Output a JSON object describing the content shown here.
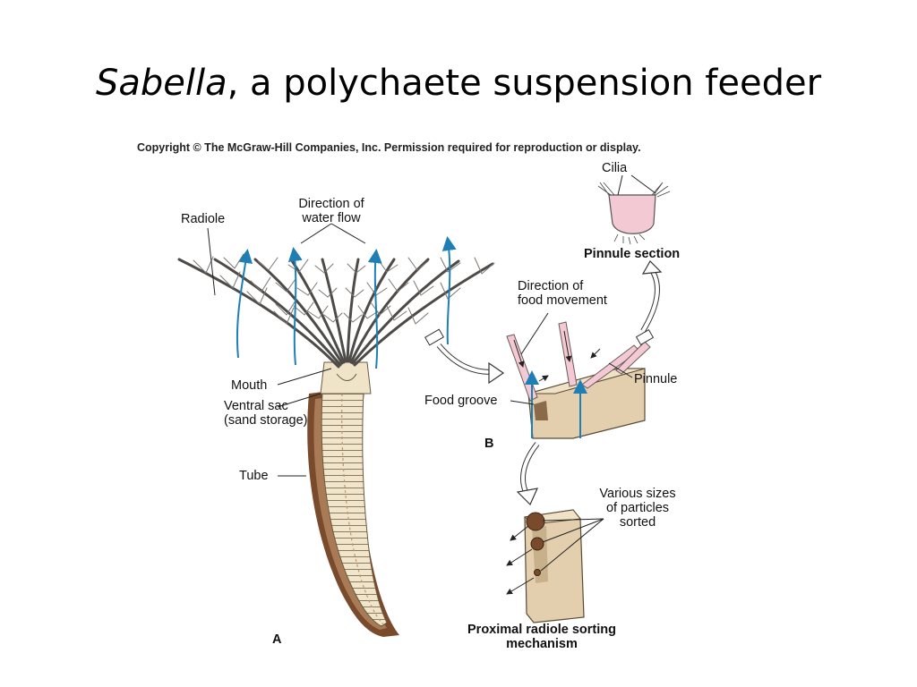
{
  "slide": {
    "title_italic": "Sabella",
    "title_rest": ", a polychaete suspension feeder",
    "copyright": "Copyright © The McGraw-Hill Companies, Inc. Permission required for reproduction or display."
  },
  "labels": {
    "radiole": "Radiole",
    "water_flow_1": "Direction of",
    "water_flow_2": "water flow",
    "mouth": "Mouth",
    "ventral_sac_1": "Ventral sac",
    "ventral_sac_2": "(sand storage)",
    "tube": "Tube",
    "panel_a": "A",
    "cilia": "Cilia",
    "pinnule_section": "Pinnule section",
    "food_movement_1": "Direction of",
    "food_movement_2": "food movement",
    "pinnule": "Pinnule",
    "food_groove": "Food groove",
    "panel_b": "B",
    "particles_1": "Various sizes",
    "particles_2": "of particles",
    "particles_3": "sorted",
    "sorting_1": "Proximal radiole sorting",
    "sorting_2": "mechanism"
  },
  "colors": {
    "arrow_blue": "#1f7fb5",
    "tube_brown": "#7a4a2c",
    "body_cream": "#efe3c8",
    "pink": "#f3c9d3",
    "tan": "#e3cfae"
  }
}
